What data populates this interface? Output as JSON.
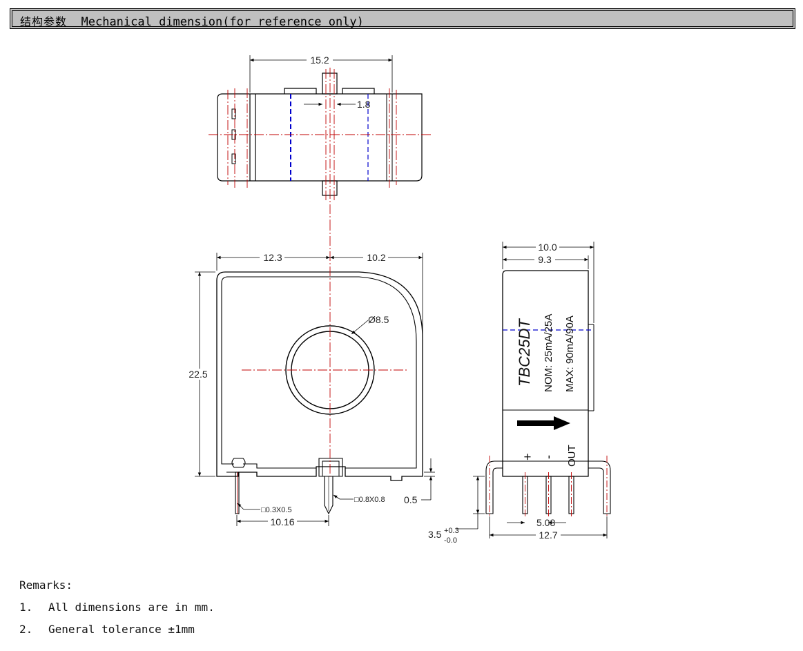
{
  "header": {
    "title_zh": "结构参数",
    "title_en": "Mechanical dimension(for reference only)"
  },
  "top_view": {
    "width": "15.2",
    "slot": "1.8"
  },
  "front_view": {
    "left_width": "12.3",
    "right_width": "10.2",
    "height": "22.5",
    "hole_diameter": "Ø8.5",
    "pin_small": "□0.3X0.5",
    "pin_large": "□0.8X0.8",
    "pin_spacing": "10.16",
    "offset": "0.5"
  },
  "side_view": {
    "width_outer": "10.0",
    "width_inner": "9.3",
    "model": "TBC25DT",
    "nom": "NOM: 25mA/25A",
    "max": "MAX:  90mA/90A",
    "plus": "+",
    "minus": "-",
    "out": "OUT",
    "pin_pitch": "5.08",
    "pin_span": "12.7",
    "pin_length": "3.5",
    "tol_plus": "+0.3",
    "tol_minus": "-0.0"
  },
  "remarks": {
    "title": "Remarks:",
    "items": [
      {
        "num": "1.",
        "text": "All dimensions are in mm."
      },
      {
        "num": "2.",
        "text": "General tolerance ±1mm"
      }
    ]
  },
  "colors": {
    "outline": "#000000",
    "centerline": "#c00000",
    "hidden": "#0000cc",
    "header_bg": "#c0c0c0"
  }
}
